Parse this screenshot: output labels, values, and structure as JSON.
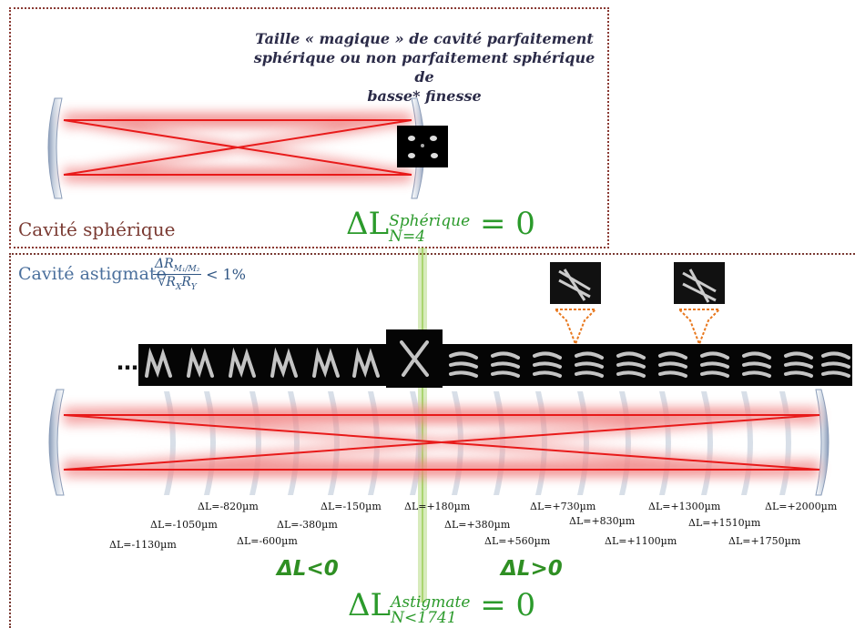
{
  "top_panel": {
    "title_line1": "Taille « magique » de cavité parfaitement",
    "title_line2": "sphérique ou non parfaitement sphérique de",
    "title_line3": "basse* finesse",
    "label": "Cavité sphérique",
    "equation": {
      "lhs": "ΔL",
      "superscript": "Sphérique",
      "subscript": "N=4",
      "rhs": "= 0"
    }
  },
  "bottom_panel": {
    "label": "Cavité astigmate",
    "formula": {
      "numerator": "ΔR",
      "numerator_sub": "M₁/M₂",
      "denominator": "√R",
      "denominator_sub_x": "X",
      "denominator_mid": "R",
      "denominator_sub_y": "Y",
      "comparison": "< 1%"
    },
    "ellipsis": "…",
    "delta_negative": "ΔL<0",
    "delta_positive": "ΔL>0",
    "equation": {
      "lhs": "ΔL",
      "superscript": "Astigmate",
      "subscript": "N<1741",
      "rhs": "= 0"
    },
    "lengths": [
      "ΔL=-1130µm",
      "ΔL=-1050µm",
      "ΔL=-820µm",
      "ΔL=-600µm",
      "ΔL=-380µm",
      "ΔL=-150µm",
      "ΔL=+180µm",
      "ΔL=+380µm",
      "ΔL=+560µm",
      "ΔL=+730µm",
      "ΔL=+830µm",
      "ΔL=+1100µm",
      "ΔL=+1300µm",
      "ΔL=+1510µm",
      "ΔL=+1750µm",
      "ΔL=+2000µm"
    ]
  },
  "colors": {
    "beam": "#e81a1a",
    "beam_glow": "#f28a8a",
    "mirror": "#9fb0c8",
    "highlight_green": "#8cc63f",
    "callout_orange": "#e8781e",
    "equation_green": "#2b9a2b"
  }
}
